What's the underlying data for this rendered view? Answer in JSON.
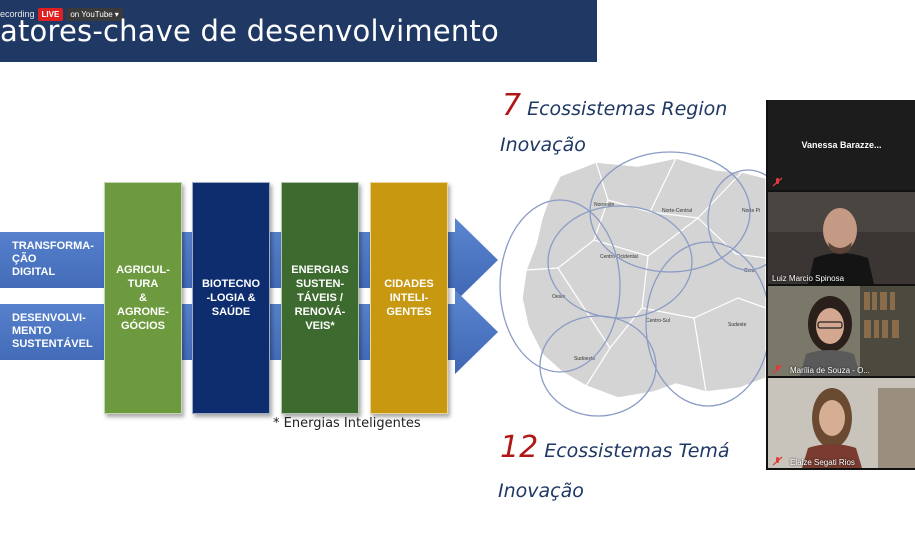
{
  "recording": {
    "label": "ecording",
    "live": "LIVE",
    "youtube": "on YouTube"
  },
  "slide": {
    "title": "atores-chave de desenvolvimento",
    "arrows": [
      {
        "label_lines": [
          "TRANSFORMA-",
          "ÇÃO",
          "DIGITAL"
        ]
      },
      {
        "label_lines": [
          "DESENVOLVI-",
          "MENTO",
          "SUSTENTÁVEL"
        ]
      }
    ],
    "pillars": {
      "agri": [
        "AGRICUL-",
        "TURA",
        "&",
        "AGRONE-",
        "GÓCIOS"
      ],
      "bio": [
        "BIOTECNO",
        "-LOGIA &",
        "SAÚDE"
      ],
      "energy": [
        "ENERGIAS",
        "SUSTEN-",
        "TÁVEIS /",
        "RENOVÁ-",
        "VEIS*"
      ],
      "cities": [
        "CIDADES",
        "INTELI-",
        "GENTES"
      ]
    },
    "footnote": "* Energias Inteligentes",
    "regional": {
      "number": "7",
      "line1": "Ecossistemas Region",
      "line2": "Inovação"
    },
    "thematic": {
      "number": "12",
      "line1": "Ecossistemas Temá",
      "line2": "Inovação"
    },
    "map_regions": [
      "Noroeste",
      "Norte-Central",
      "Norte Pi",
      "Centro-Ocidental",
      "Oeste",
      "Centro-Sul",
      "Sudeste",
      "Sudoeste",
      "Centr"
    ]
  },
  "participants": [
    {
      "name": "Vanessa  Barazze..."
    },
    {
      "name": "Luiz Marcio Spinosa"
    },
    {
      "name": "Marília de Souza - O..."
    },
    {
      "name": "Elaize Segati Rios"
    }
  ]
}
